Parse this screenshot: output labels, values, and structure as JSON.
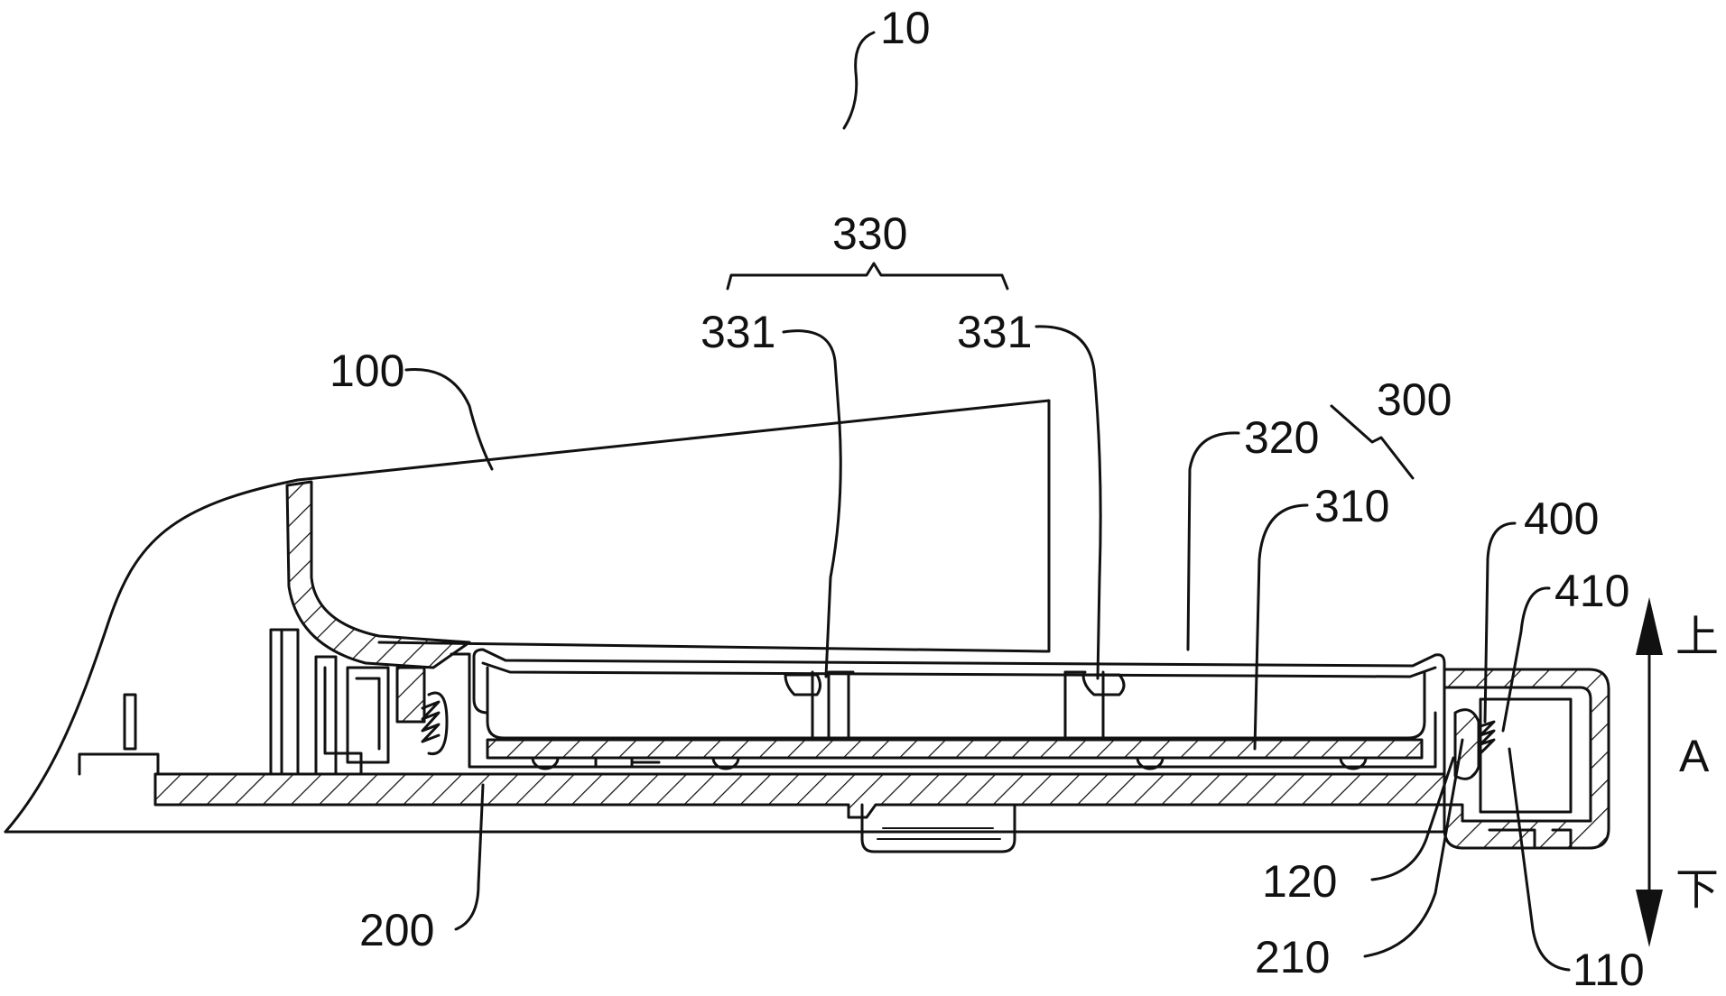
{
  "labels": {
    "device": "10",
    "group_330": "330",
    "part_331_left": "331",
    "part_331_right": "331",
    "part_100": "100",
    "part_320": "320",
    "part_300": "300",
    "part_310": "310",
    "part_400": "400",
    "part_410": "410",
    "part_200": "200",
    "part_120": "120",
    "part_210": "210",
    "part_110": "110"
  },
  "direction": {
    "up": "上",
    "axis": "A",
    "down": "下"
  },
  "colors": {
    "line": "#111111",
    "background": "#ffffff"
  }
}
